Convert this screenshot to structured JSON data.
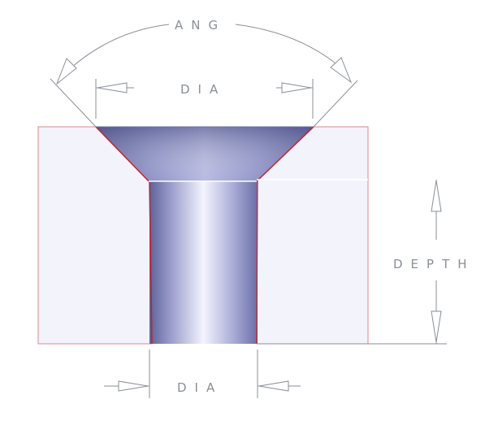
{
  "labels": {
    "angle": "ANG",
    "top_diameter": "DIA",
    "depth": "DEPTH",
    "bottom_diameter": "DIA"
  },
  "colors": {
    "body_fill": "#f3f3fb",
    "body_outline": "#e0868e",
    "countersink_edge": "#c8202a",
    "dimension": "#8a8f96",
    "hole_shade_light": "#eef0fb",
    "hole_shade_dark": "#6f73a8"
  }
}
